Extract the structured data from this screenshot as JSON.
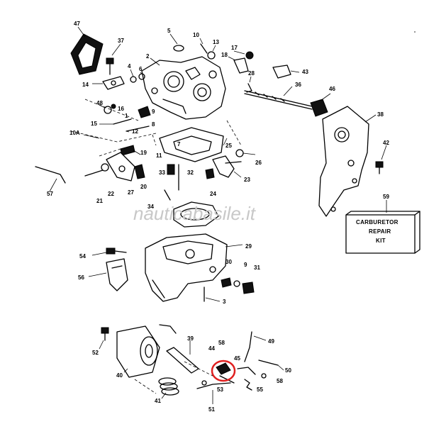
{
  "watermark": "nauticabasile.it",
  "kit": {
    "line1": "CARBURETOR",
    "line2": "REPAIR",
    "line3": "KIT"
  },
  "callouts": [
    "47",
    "37",
    "5",
    "10",
    "13",
    "17",
    "2",
    "4",
    "6",
    "18",
    "43",
    "28",
    "14",
    "36",
    "46",
    "48",
    "16",
    "9",
    "1",
    "38",
    "15",
    "12",
    "8",
    "10A",
    "42",
    "19",
    "11",
    "7",
    "25",
    "26",
    "33",
    "32",
    "23",
    "57",
    "21",
    "22",
    "27",
    "20",
    "24",
    "34",
    "59",
    "29",
    "54",
    "56",
    "30",
    "9",
    "31",
    "3",
    "39",
    "49",
    "44",
    "58",
    "45",
    "52",
    "40",
    "50",
    "58",
    "53",
    "55",
    "41",
    "51"
  ],
  "highlight": {
    "color": "#e02020",
    "label": "53"
  }
}
